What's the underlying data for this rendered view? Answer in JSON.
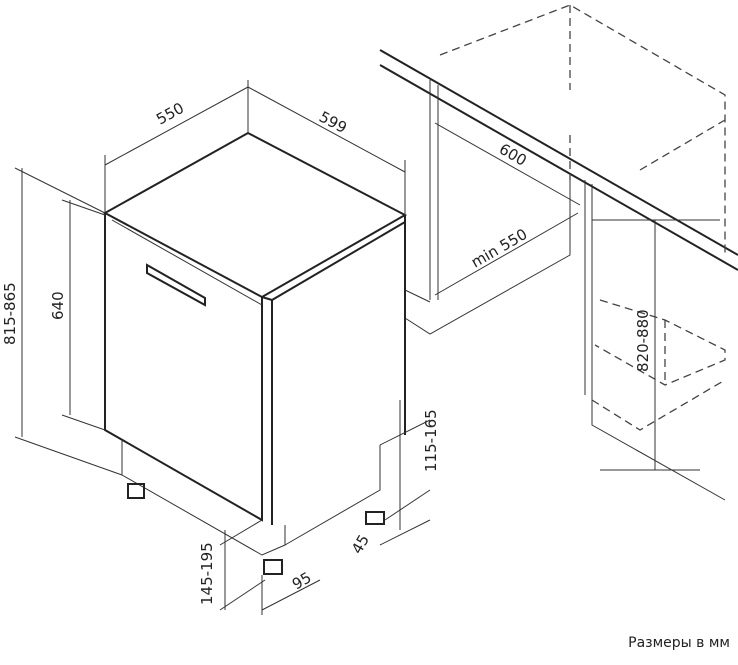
{
  "dimensions": {
    "depth": "550",
    "width": "599",
    "total_height": "815-865",
    "door_height": "640",
    "niche_depth": "600",
    "niche_min_width": "min 550",
    "niche_height": "820-880",
    "rear_leg_height": "115-165",
    "rear_leg_offset": "45",
    "front_plinth_height": "145-195",
    "front_plinth_offset": "95"
  },
  "caption": "Размеры в мм"
}
